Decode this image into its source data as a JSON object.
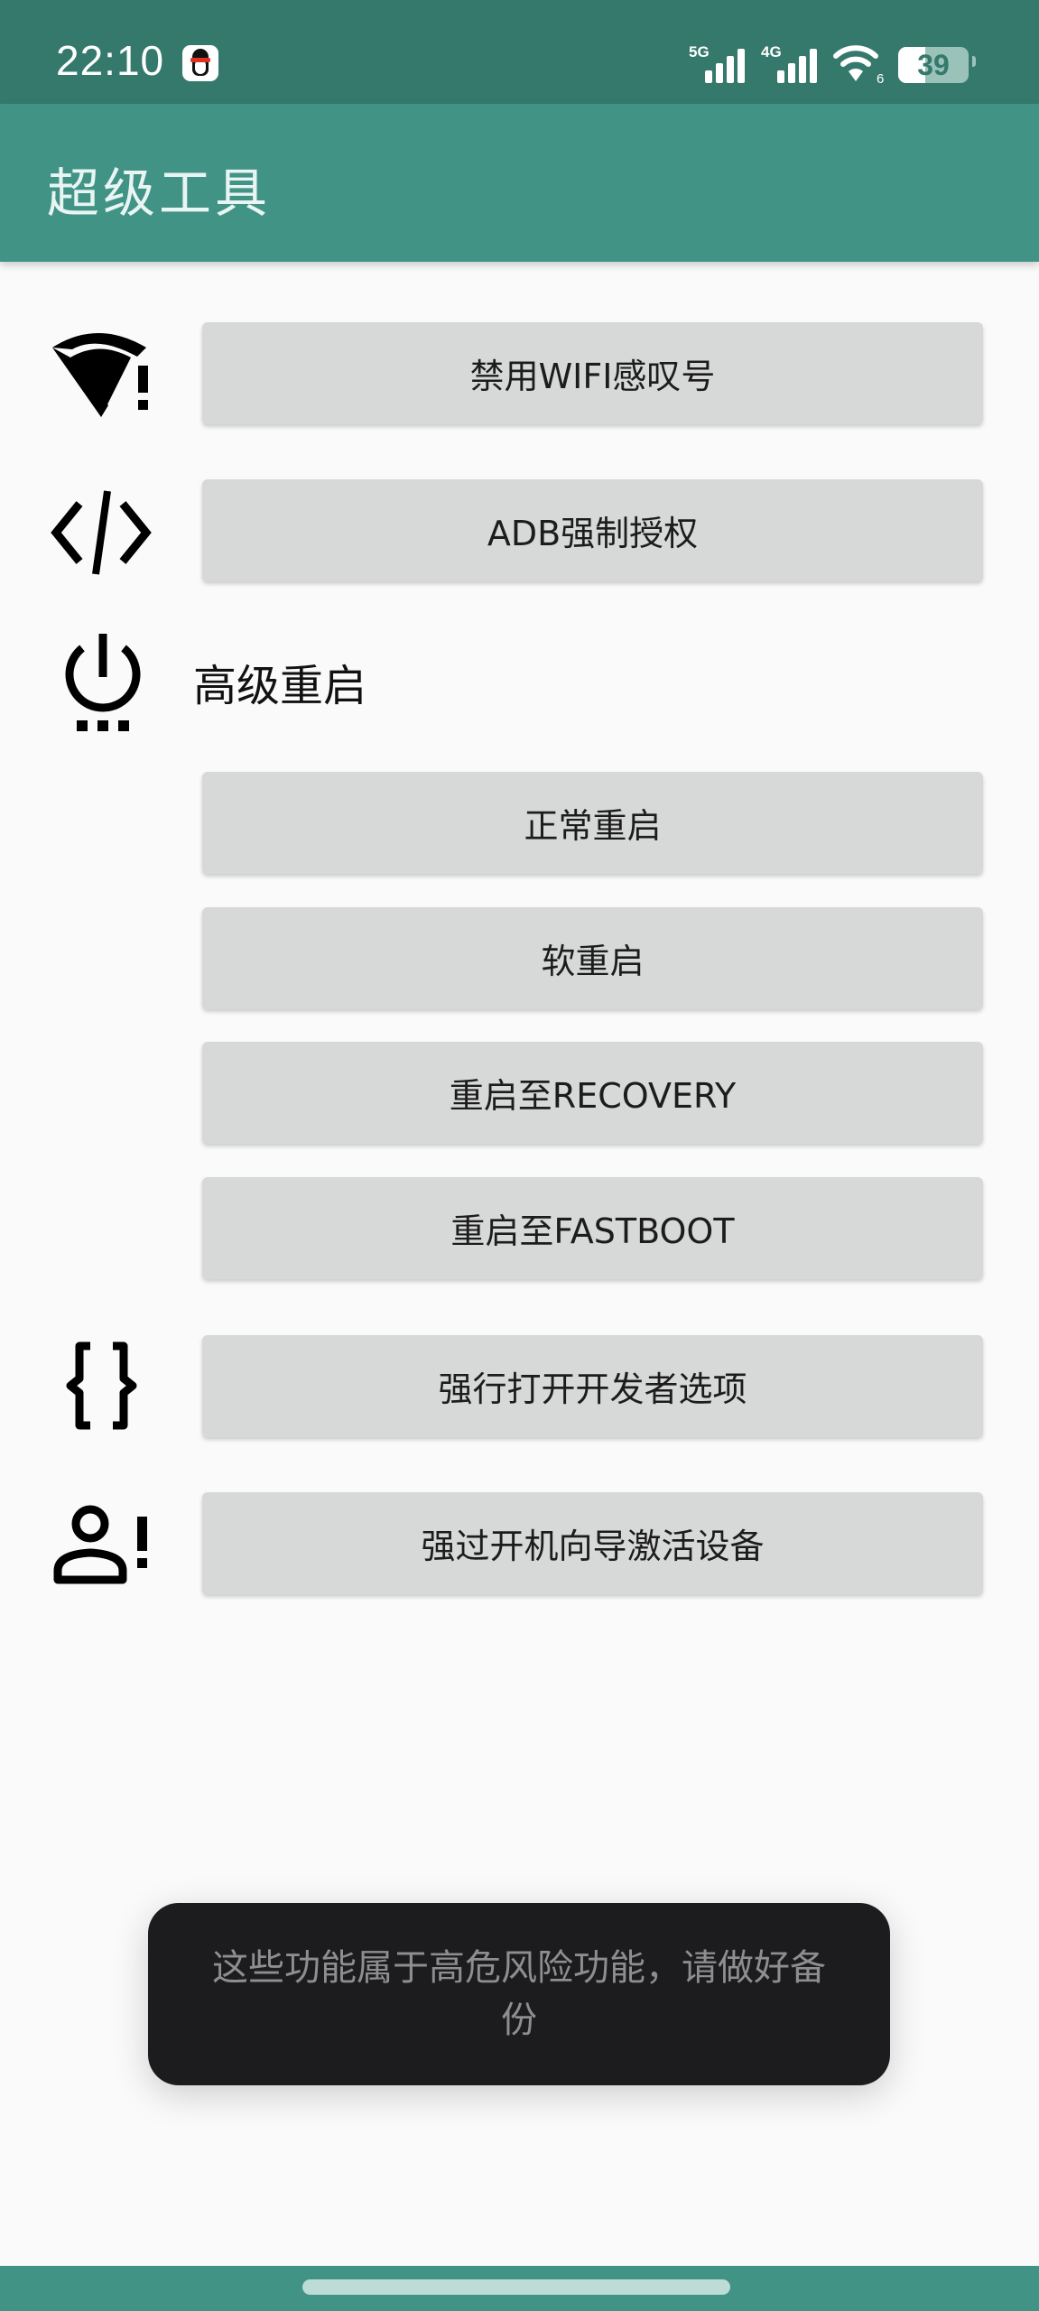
{
  "status_bar": {
    "time": "22:10",
    "notification_icons": [
      "qq-icon"
    ],
    "signal_1_label": "5G",
    "signal_2_label": "4G",
    "wifi_badge": "6",
    "battery_percent": "39"
  },
  "app_bar": {
    "title": "超级工具"
  },
  "colors": {
    "status_bar": "#35796d",
    "app_bar": "#419386",
    "button_bg": "#d7d8d8",
    "page_bg": "#fafafa",
    "toast_bg": "#1c1c1e",
    "toast_text": "#8e8e90"
  },
  "items": [
    {
      "icon": "wifi-alert-icon",
      "label": "禁用WIFI感叹号"
    },
    {
      "icon": "code-icon",
      "label": "ADB强制授权"
    }
  ],
  "advanced_reboot": {
    "icon": "power-settings-icon",
    "label": "高级重启",
    "buttons": [
      {
        "label": "正常重启"
      },
      {
        "label": "软重启"
      },
      {
        "label": "重启至RECOVERY"
      },
      {
        "label": "重启至FASTBOOT"
      }
    ]
  },
  "more_items": [
    {
      "icon": "braces-icon",
      "label": "强行打开开发者选项"
    },
    {
      "icon": "person-alert-icon",
      "label": "强过开机向导激活设备"
    }
  ],
  "toast": {
    "message": "这些功能属于高危风险功能，请做好备份"
  }
}
